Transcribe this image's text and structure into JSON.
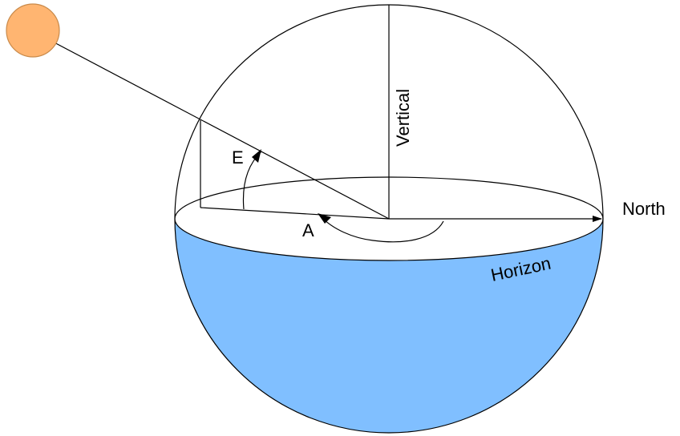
{
  "labels": {
    "north": "North",
    "vertical": "Vertical",
    "horizon": "Horizon",
    "elevation": "E",
    "azimuth": "A"
  },
  "colors": {
    "sun_fill": "#ffb571",
    "sun_stroke": "#d1873f",
    "lower_hemisphere": "#80bfff",
    "line": "#000000",
    "background": "#ffffff"
  }
}
